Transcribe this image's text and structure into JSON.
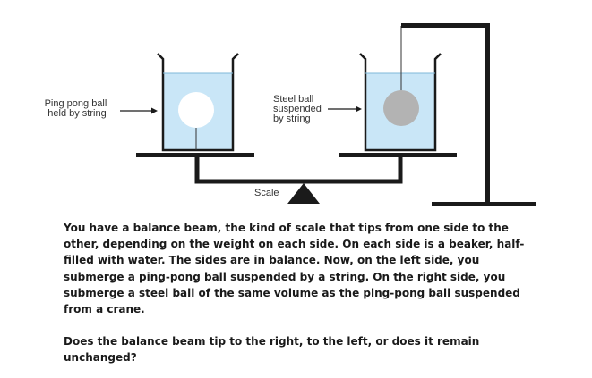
{
  "diagram": {
    "label_left": [
      "Ping pong ball",
      "held by string"
    ],
    "label_right": [
      "Steel ball",
      "suspended",
      "by string"
    ],
    "label_scale": "Scale"
  },
  "colors": {
    "water": "#c9e6f7",
    "steel_ball": "#b3b3b3",
    "ping_pong_ball": "#ffffff",
    "line": "#1a1a1a"
  },
  "text": {
    "paragraph": "You have a balance beam, the kind of scale that tips from one side to the other, depending on the weight on each side. On each side is a beaker, half-filled with water. The sides are in balance. Now, on the left side, you submerge a ping-pong ball suspended by a string. On the right side, you submerge a steel ball of the same volume as the ping-pong ball suspended from a crane.",
    "question": "Does the balance beam tip to the right, to the left, or does it remain unchanged?"
  }
}
